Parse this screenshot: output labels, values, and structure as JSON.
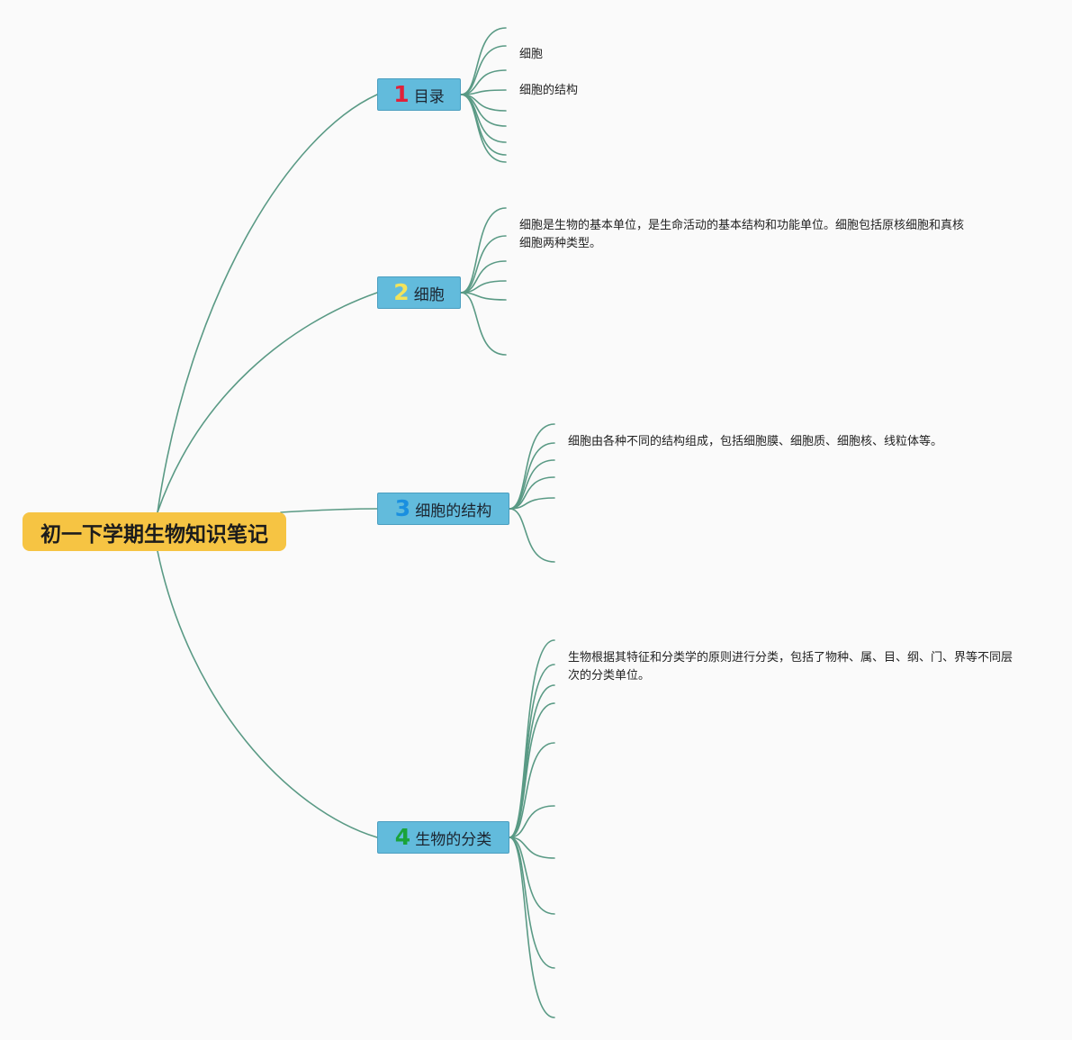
{
  "root": {
    "title": "初一下学期生物知识笔记"
  },
  "topics": [
    {
      "number": "1",
      "label": "目录",
      "number_color": "#e0213a"
    },
    {
      "number": "2",
      "label": "细胞",
      "number_color": "#f2e35a"
    },
    {
      "number": "3",
      "label": "细胞的结构",
      "number_color": "#1a8fe0"
    },
    {
      "number": "4",
      "label": "生物的分类",
      "number_color": "#1aa33a"
    }
  ],
  "notes": {
    "toc_item_1": "细胞",
    "toc_item_2": "细胞的结构",
    "cell": "细胞是生物的基本单位，是生命活动的基本结构和功能单位。细胞包括原核细胞和真核细胞两种类型。",
    "structure": "细胞由各种不同的结构组成，包括细胞膜、细胞质、细胞核、线粒体等。",
    "classification": "生物根据其特征和分类学的原则进行分类，包括了物种、属、目、纲、门、界等不同层次的分类单位。"
  },
  "colors": {
    "connector": "#5a9a85",
    "root_fill": "#f6c443",
    "topic_fill": "#62bbdc",
    "background": "#fafafa"
  }
}
